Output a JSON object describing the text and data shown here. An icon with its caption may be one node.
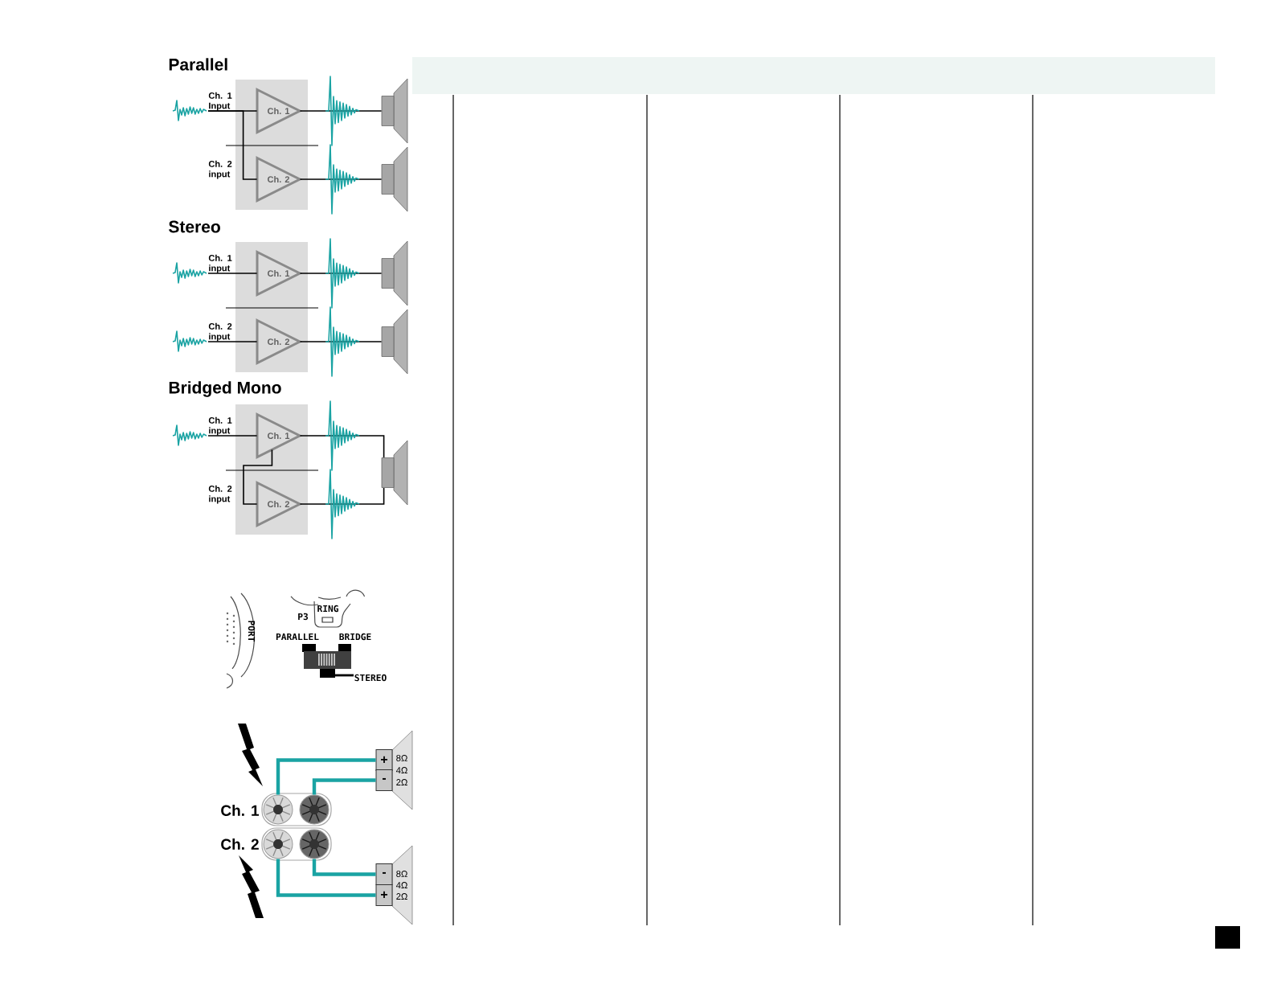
{
  "diagram": {
    "nodes": [
      {
        "text": [
          "Ch. 1 Input"
        ]
      },
      {
        "text": [
          "Ch. 1"
        ]
      },
      {
        "text": [],
        "shape": "speaker"
      },
      {
        "text": [
          "Ch. 2 input"
        ]
      },
      {
        "text": [
          "Ch. 2"
        ]
      },
      {
        "text": [],
        "shape": "speaker"
      },
      {
        "text": [
          "Ch. 1 input"
        ]
      },
      {
        "text": [
          "Ch. 1"
        ]
      },
      {
        "text": [],
        "shape": "speaker"
      },
      {
        "text": [
          "Ch. 2 input"
        ]
      },
      {
        "text": [
          "Ch. 2"
        ]
      },
      {
        "text": [],
        "shape": "speaker"
      },
      {
        "text": [
          "Ch. 1 input"
        ]
      },
      {
        "text": [
          "Ch. 1"
        ]
      },
      {
        "text": [],
        "shape": "speaker"
      },
      {
        "text": [
          "Ch. 2 input"
        ]
      },
      {
        "text": [
          "Ch. 2"
        ]
      },
      {
        "text": [],
        "shape": "circle"
      },
      {
        "text": [],
        "shape": "circle"
      },
      {
        "text": [
          "+"
        ]
      },
      {
        "text": [
          "-"
        ]
      },
      {
        "text": [],
        "shape": "circle"
      },
      {
        "text": [],
        "shape": "circle"
      },
      {
        "text": [
          "-"
        ]
      },
      {
        "text": [
          "+"
        ]
      }
    ],
    "edges": [
      {
        "from": 0,
        "to": 1,
        "arrow": "none"
      },
      {
        "from": 0,
        "to": 4,
        "arrow": "none"
      },
      {
        "from": 1,
        "to": 2,
        "arrow": "none"
      },
      {
        "from": 4,
        "to": 5,
        "arrow": "none"
      },
      {
        "from": 6,
        "to": 7,
        "arrow": "none"
      },
      {
        "from": 7,
        "to": 8,
        "arrow": "none"
      },
      {
        "from": 9,
        "to": 10,
        "arrow": "none"
      },
      {
        "from": 10,
        "to": 11,
        "arrow": "none"
      },
      {
        "from": 12,
        "to": 13,
        "arrow": "none"
      },
      {
        "from": 13,
        "to": 16,
        "arrow": "none"
      },
      {
        "from": 13,
        "to": 14,
        "arrow": "none"
      },
      {
        "from": 16,
        "to": 14,
        "arrow": "none"
      },
      {
        "from": 17,
        "to": 19,
        "arrow": "none",
        "style": "thick",
        "color": "#1aa3a3"
      },
      {
        "from": 18,
        "to": 20,
        "arrow": "none",
        "style": "thick",
        "color": "#1aa3a3"
      },
      {
        "from": 22,
        "to": 23,
        "arrow": "none",
        "style": "thick",
        "color": "#1aa3a3"
      },
      {
        "from": 21,
        "to": 24,
        "arrow": "none",
        "style": "thick",
        "color": "#1aa3a3"
      }
    ],
    "labels": [
      "Parallel",
      "Stereo",
      "Bridged Mono",
      "RING",
      "P3",
      "PORT",
      "PARALLEL",
      "BRIDGE",
      "STEREO",
      "8Ω",
      "4Ω",
      "2Ω",
      "Ch. 1",
      "Ch. 2",
      "8Ω",
      "4Ω",
      "2Ω"
    ]
  }
}
